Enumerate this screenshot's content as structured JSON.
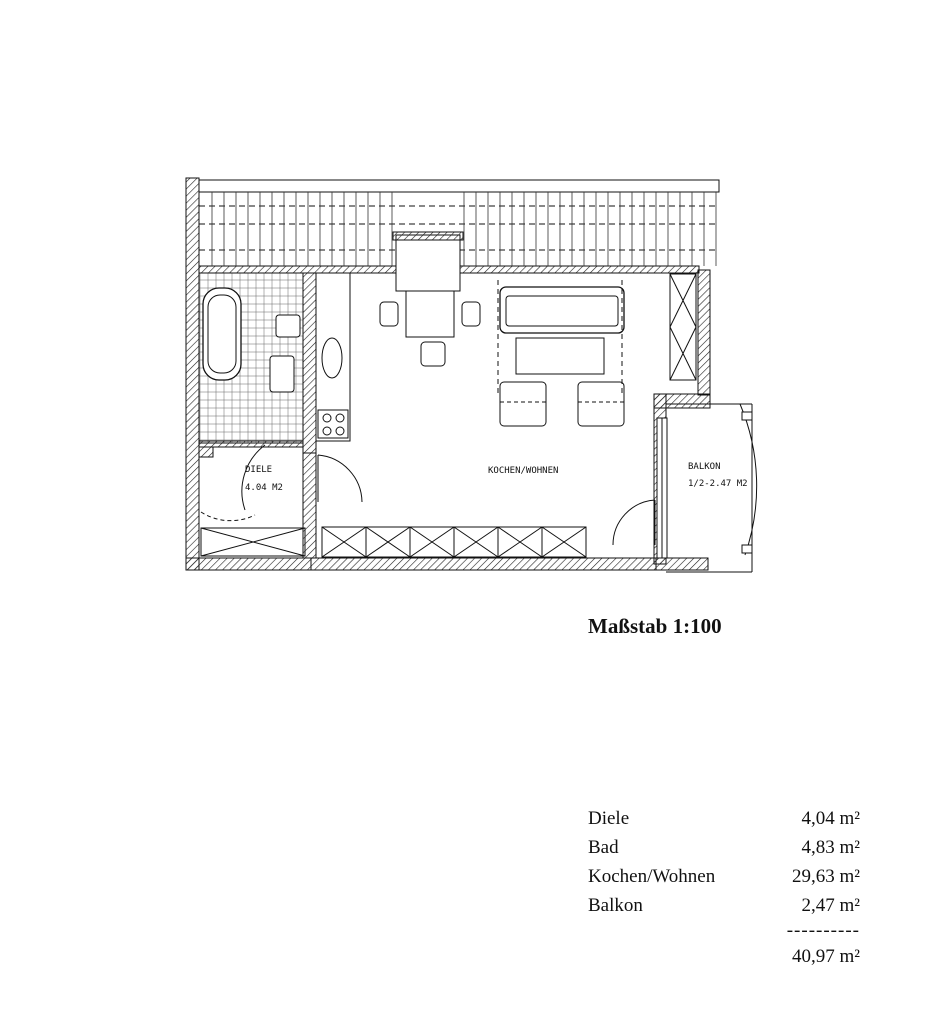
{
  "plan": {
    "rooms": {
      "diele_name": "DIELE",
      "diele_area": "4.04 M2",
      "kochen_name": "KOCHEN/WOHNEN",
      "balkon_name": "BALKON",
      "balkon_area": "1/2-2.47 M2"
    }
  },
  "scale_label": "Maßstab 1:100",
  "area_table": {
    "rows": [
      {
        "name": "Diele",
        "value": "4,04 m²"
      },
      {
        "name": "Bad",
        "value": "4,83 m²"
      },
      {
        "name": "Kochen/Wohnen",
        "value": "29,63 m²"
      },
      {
        "name": "Balkon",
        "value": "2,47 m²"
      }
    ],
    "separator": "----------",
    "total": "40,97 m²"
  }
}
